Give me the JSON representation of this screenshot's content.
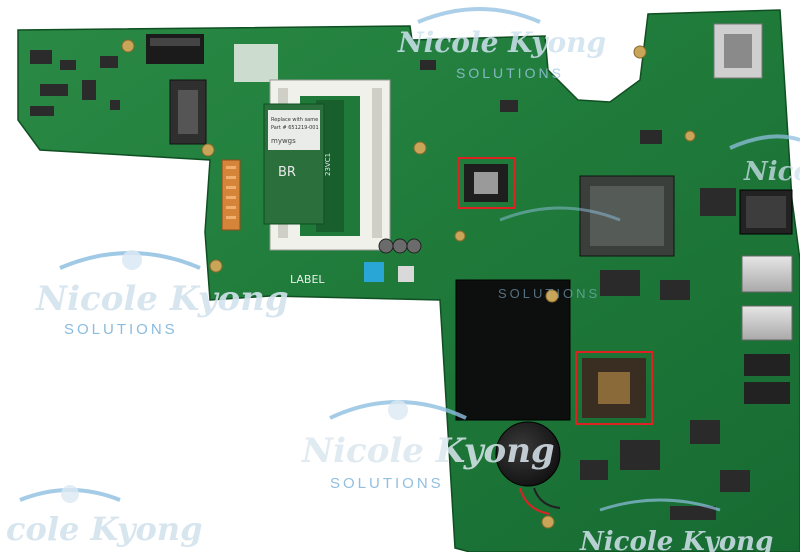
{
  "colors": {
    "pcb": "#1f7a3a",
    "pcb_dark": "#15612c",
    "pcb_light": "#2e8b47",
    "heatsink_pad": "#0c0f0d",
    "chip": "#2a2a2a",
    "solder_pad": "#c9a55a",
    "watermark": "#6ea7cf",
    "label_sticker": "#e9ece9"
  },
  "board": {
    "label_text": "LABEL",
    "br_text": "BR",
    "module_text": "23VC1",
    "sticker_texts": [
      "Replace with same",
      "Part # 651219-001",
      "mywgs"
    ]
  },
  "watermark": {
    "brand": "Nicole Kyong",
    "tagline": "SOLUTIONS",
    "partial_brand": "cole Kyong",
    "icon": "wifi-arc-logo-icon"
  }
}
